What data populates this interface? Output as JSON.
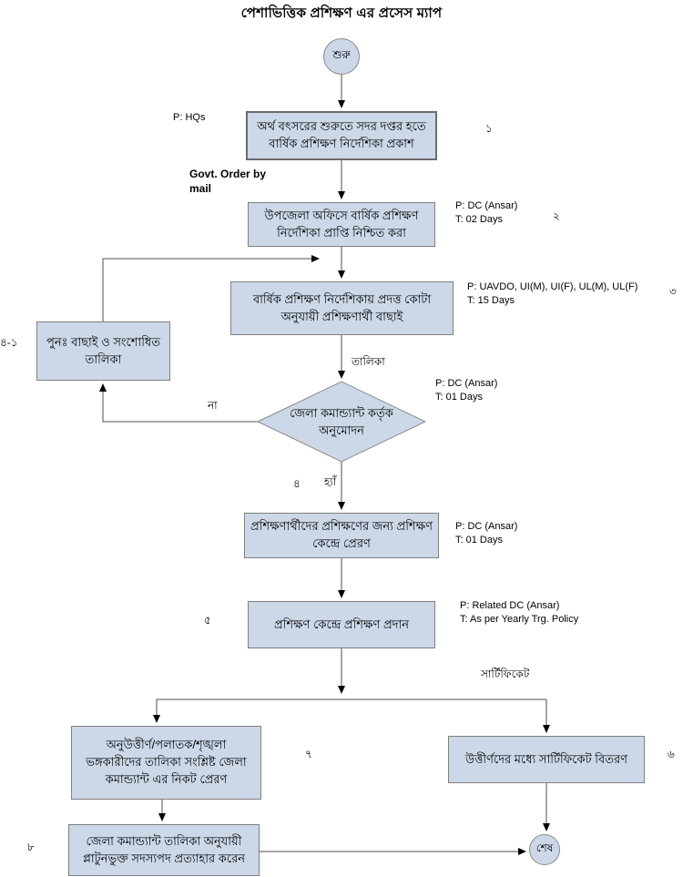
{
  "title": "পেশাভিত্তিক প্রশিক্ষণ এর প্রসেস ম্যাপ",
  "colors": {
    "node_fill": "#ccd8e8",
    "node_border": "#7f7f7f",
    "connector": "#000000"
  },
  "nodes": {
    "start": {
      "label": "শুরু"
    },
    "publish_guideline": {
      "text": "অর্থ বৎসরের শুরুতে সদর দপ্তর হতে বার্ষিক প্রশিক্ষণ নির্দেশিকা প্রকাশ"
    },
    "confirm_receipt": {
      "text": "উপজেলা অফিসে বার্ষিক প্রশিক্ষণ নির্দেশিকা প্রাপ্তি নিশ্চিত করা"
    },
    "select_trainees": {
      "text": "বার্ষিক প্রশিক্ষণ নির্দেশিকায় প্রদত্ত কোটা অনুযায়ী প্রশিক্ষণার্থী বাছাই"
    },
    "revised_list": {
      "text": "পুনঃ  বাছাই ও সংশোধিত তালিকা"
    },
    "approval_decision": {
      "text": "জেলা কমান্ড্যান্ট কর্তৃক অনুমোদন"
    },
    "send_to_center": {
      "text": "প্রশিক্ষণার্থীদের প্রশিক্ষণের জন্য প্রশিক্ষণ কেন্দ্রে প্রেরণ"
    },
    "provide_training": {
      "text": "প্রশিক্ষণ কেন্দ্রে প্রশিক্ষণ প্রদান"
    },
    "send_failed_list": {
      "text": "অনুউত্তীর্ণ/পলাতক/শৃঙ্খলা ভঙ্গকারীদের তালিকা সংশ্লিষ্ট জেলা কমান্ড্যান্ট এর নিকট প্রেরণ"
    },
    "distribute_certificates": {
      "text": "উত্তীর্ণদের মধ্যে সার্টিফিকেট বিতরণ"
    },
    "withdraw_membership": {
      "text": "জেলা কমান্ড্যান্ট তালিকা অনুযায়ী প্লাটুনভুক্ত সদস্যপদ প্রত্যাহার করেন"
    },
    "end": {
      "label": "শেষ"
    }
  },
  "annotations": {
    "step1_p": "P: HQs",
    "govt_order_line1": "Govt. Order by",
    "govt_order_line2": "mail",
    "step2_p": "P: DC (Ansar)",
    "step2_t": "T: 02 Days",
    "step3_p": "P: UAVDO, UI(M), UI(F), UL(M), UL(F)",
    "step3_t": "T: 15 Days",
    "decision_p": "P: DC (Ansar)",
    "decision_t": "T: 01 Days",
    "step5_p": "P: DC (Ansar)",
    "step5_t": "T: 01 Days",
    "step6_p": "P: Related DC (Ansar)",
    "step6_t": "T: As per Yearly Trg. Policy"
  },
  "edge_labels": {
    "list": "তালিকা",
    "no": "না",
    "yes": "হ্যাঁ",
    "certificate": "সার্টিফিকেট"
  },
  "step_numbers": {
    "s1": "১",
    "s2": "২",
    "s3": "৩",
    "s4": "৪",
    "s4_1": "৪-১",
    "s5": "৫",
    "s6": "৬",
    "s7": "৭",
    "s8": "৮"
  }
}
